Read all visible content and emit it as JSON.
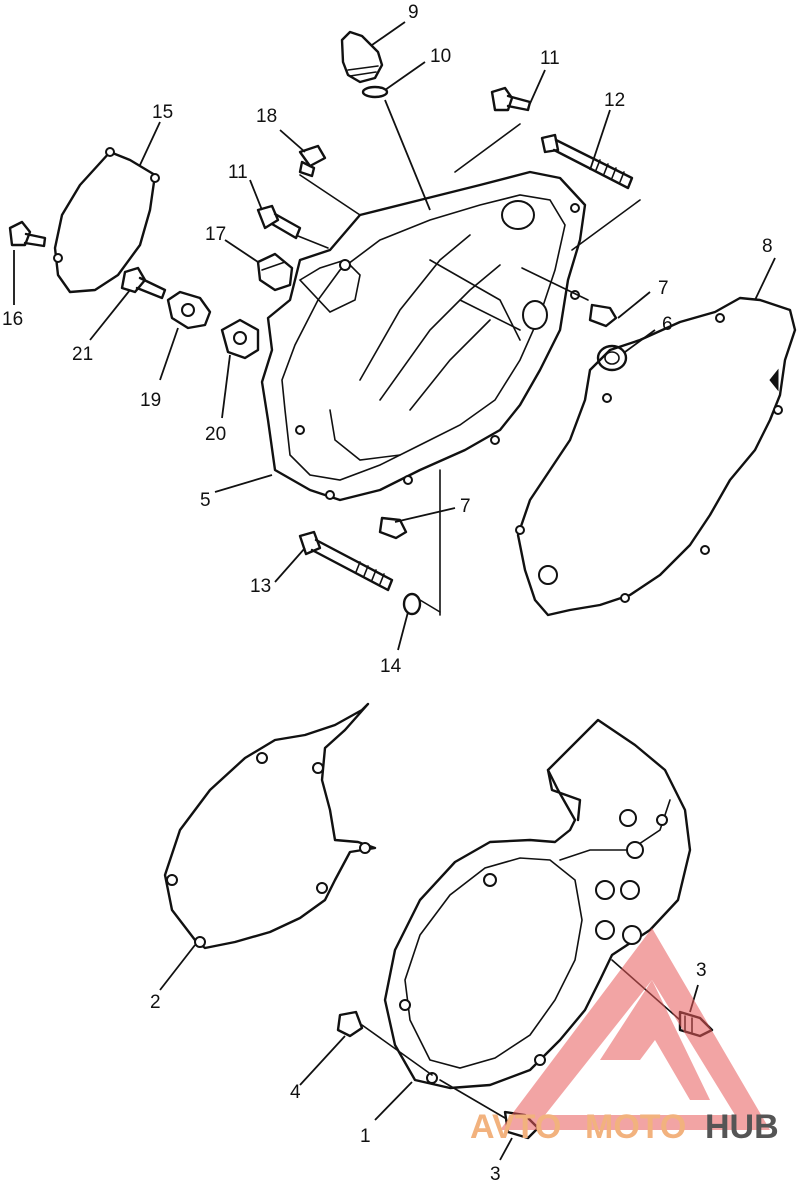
{
  "labels": {
    "p1": "1",
    "p2": "2",
    "p3a": "3",
    "p3b": "3",
    "p4": "4",
    "p5": "5",
    "p6": "6",
    "p7a": "7",
    "p7b": "7",
    "p8": "8",
    "p9": "9",
    "p10": "10",
    "p11a": "11",
    "p11b": "11",
    "p12": "12",
    "p13": "13",
    "p14": "14",
    "p15": "15",
    "p16": "16",
    "p17": "17",
    "p18": "18",
    "p19": "19",
    "p20": "20",
    "p21": "21"
  },
  "watermark": {
    "part1": "AVTO",
    "part2": "MOTO",
    "part3": "HUB",
    "triangle_color": "#e85a5a",
    "text_color": "#f2b27e",
    "hub_color": "#555555"
  }
}
